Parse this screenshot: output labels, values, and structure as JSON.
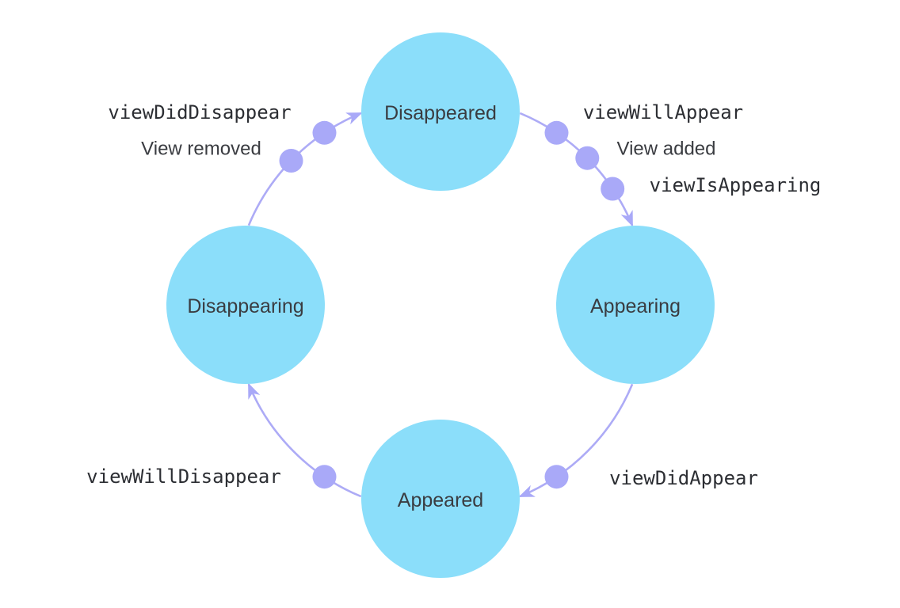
{
  "diagram": {
    "name": "view-controller-lifecycle-state-diagram",
    "colors": {
      "background": "#ffffff",
      "node_fill": "#8BDEFA",
      "node_text": "#3A3C41",
      "arrow": "#ADABF6",
      "dot": "#A9A9F8",
      "method_text": "#2C2E33",
      "note_text": "#3A3C41"
    },
    "nodes": [
      {
        "id": "disappeared",
        "label": "Disappeared"
      },
      {
        "id": "appearing",
        "label": "Appearing"
      },
      {
        "id": "appeared",
        "label": "Appeared"
      },
      {
        "id": "disappearing",
        "label": "Disappearing"
      }
    ],
    "transitions": [
      {
        "from": "disappeared",
        "to": "appearing",
        "methods": [
          "viewWillAppear",
          "viewIsAppearing"
        ],
        "note": "View added"
      },
      {
        "from": "appearing",
        "to": "appeared",
        "methods": [
          "viewDidAppear"
        ]
      },
      {
        "from": "appeared",
        "to": "disappearing",
        "methods": [
          "viewWillDisappear"
        ]
      },
      {
        "from": "disappearing",
        "to": "disappeared",
        "methods": [
          "viewDidDisappear"
        ],
        "note": "View removed"
      }
    ]
  }
}
